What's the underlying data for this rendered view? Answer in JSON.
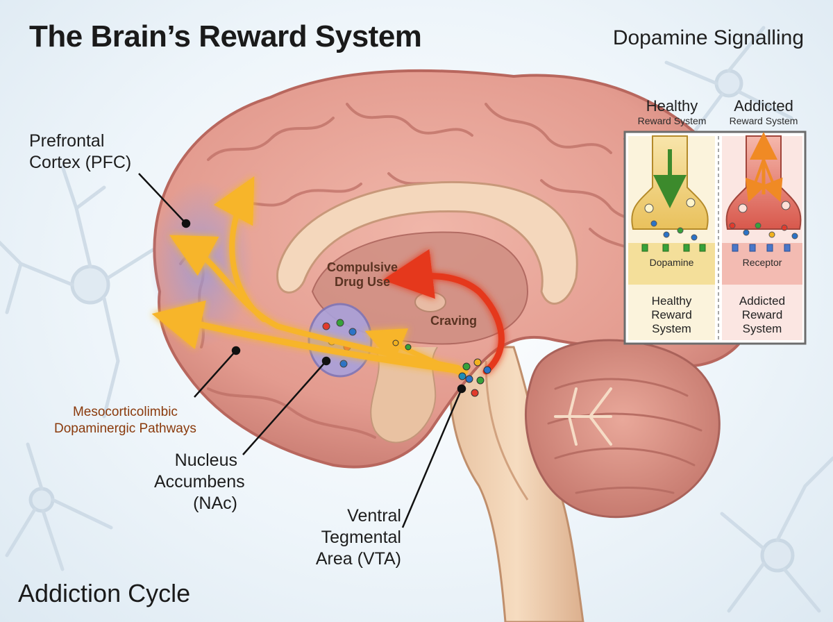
{
  "title": "The Brain’s Reward System",
  "subtitle": "Dopamine Signalling",
  "footer": "Addiction Cycle",
  "labels": {
    "pfc": [
      "Prefrontal",
      "Cortex (PFC)"
    ],
    "pathways": [
      "Mesocorticolimbic",
      "Dopaminergic Pathways"
    ],
    "nac": [
      "Nucleus",
      "Accumbens",
      "(NAc)"
    ],
    "vta": [
      "Ventral",
      "Tegmental",
      "Area (VTA)"
    ],
    "compulsive": [
      "Compulsive",
      "Drug Use"
    ],
    "craving": "Craving"
  },
  "inset": {
    "healthy_head": "Healthy",
    "healthy_sub": "Reward System",
    "addicted_head": "Addicted",
    "addicted_sub": "Reward System",
    "dopamine": "Dopamine",
    "receptor": "Receptor",
    "healthy_bottom": [
      "Healthy",
      "Reward",
      "System"
    ],
    "addicted_bottom": [
      "Addicted",
      "Reward",
      "System"
    ]
  },
  "colors": {
    "brain": "#e6a195",
    "brain_dark": "#b8675e",
    "inner": "#f4d7bc",
    "pathway": "#f7b52c",
    "pathway_red": "#e5371c",
    "pfc_highlight": "#9c9ad8",
    "healthy_panel": "#f5e1a3",
    "addicted_panel": "#f2b2a8"
  }
}
